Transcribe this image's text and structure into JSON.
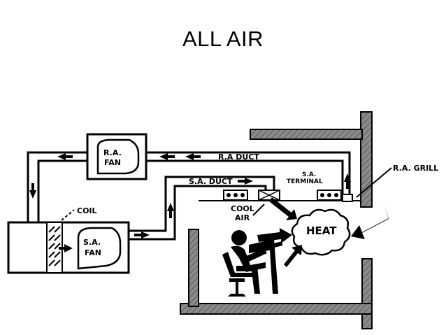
{
  "title": "ALL AIR",
  "labels": {
    "ra_fan_1": "R.A.",
    "ra_fan_2": "FAN",
    "ra_duct": "R.A DUCT",
    "sa_duct": "S.A. DUCT",
    "sa_terminal_1": "S.A.",
    "sa_terminal_2": "TERMINAL",
    "ra_grill": "R.A. GRILL",
    "coil": "COIL",
    "sa_fan_1": "S.A.",
    "sa_fan_2": "FAN",
    "cool_air_1": "COOL",
    "cool_air_2": "AIR",
    "heat": "HEAT"
  },
  "colors": {
    "wall": "#7a7a7a",
    "line": "#000000",
    "background": "#ffffff"
  },
  "icons": [
    "radial-fan-icon",
    "coil-fins-icon",
    "seated-person-icon",
    "heat-cloud-icon",
    "diffuser-icon"
  ]
}
